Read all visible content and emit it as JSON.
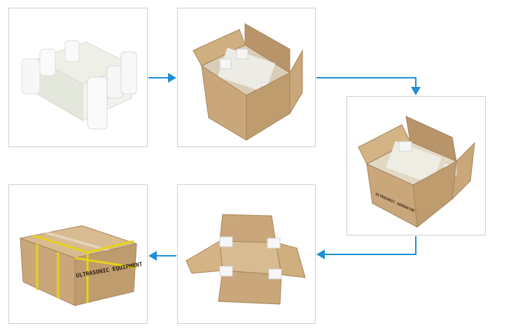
{
  "steps": [
    {
      "id": "step-1",
      "icon": "foam-protected-unit-icon"
    },
    {
      "id": "step-2",
      "icon": "open-box-with-foam-icon"
    },
    {
      "id": "step-3",
      "icon": "boxed-unit-with-generator-icon",
      "box_print": "ULTRASONIC GENERATOR"
    },
    {
      "id": "step-4",
      "icon": "flaps-open-box-icon"
    },
    {
      "id": "step-5",
      "icon": "sealed-strapped-box-icon",
      "box_print": "ULTRASONIC EQUIPMENT"
    }
  ],
  "colors": {
    "arrow": "#1e8fd6",
    "panel_border": "#cfcfcf",
    "cardboard": "#c9a77a",
    "cardboard_dark": "#a8845a",
    "cardboard_light": "#dcc09a",
    "foam": "#f4f4f4",
    "strap": "#e6d21a"
  }
}
